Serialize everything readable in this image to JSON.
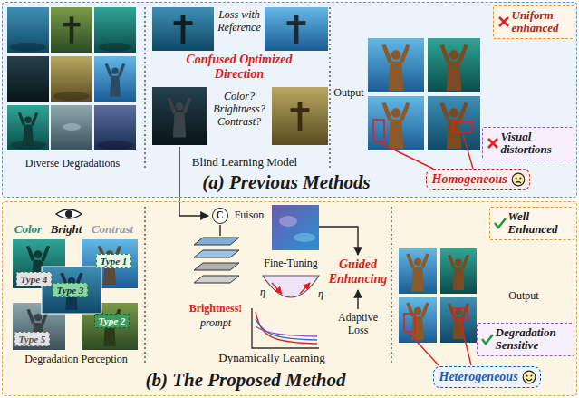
{
  "diagram": {
    "nodes": [
      {
        "text": [
          "(a) Previous Methods"
        ]
      },
      {
        "text": [
          "Uniform enhanced"
        ],
        "in": 0
      },
      {
        "text": [
          "Visual distortions"
        ],
        "in": 0
      },
      {
        "text": [
          "Homogeneous"
        ],
        "in": 0
      },
      {
        "text": [
          "(b) The Proposed Method"
        ]
      },
      {
        "text": [
          "Type 4"
        ],
        "in": 4
      },
      {
        "text": [
          "Type 1"
        ],
        "in": 4
      },
      {
        "text": [
          "Type 3"
        ],
        "in": 4
      },
      {
        "text": [
          "Type 5"
        ],
        "in": 4
      },
      {
        "text": [
          "Type 2"
        ],
        "in": 4
      },
      {
        "text": [
          "C"
        ],
        "in": 4
      },
      {
        "text": [
          "Well Enhanced"
        ],
        "in": 4
      },
      {
        "text": [
          "Degradation Sensitive"
        ],
        "in": 4
      },
      {
        "text": [
          "Heterogeneous"
        ],
        "in": 4
      }
    ],
    "labels": [
      "Diverse Degradations",
      "Loss with Reference",
      "Confused Optimized Direction",
      "Color? Brightness? Contrast?",
      "Blind Learning Model",
      "Output",
      "Color",
      "Bright",
      "Contrast",
      "Degradation Perception",
      "Fuison",
      "Fine-Tuning",
      "η",
      "η",
      "Guided Enhancing",
      "Brightness!",
      "prompt",
      "Adaptive Loss",
      "Dynamically Learning",
      "Output"
    ]
  }
}
